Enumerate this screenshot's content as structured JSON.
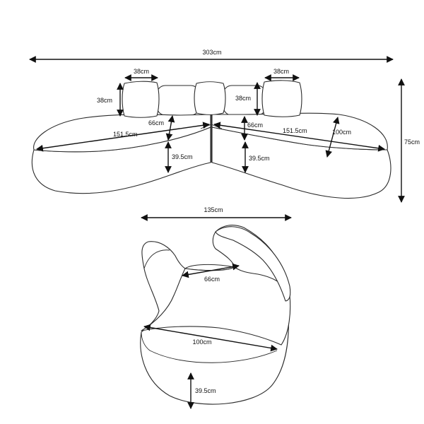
{
  "diagram": {
    "overall_width": "303cm",
    "overall_height": "75cm",
    "pillow_width_left": "38cm",
    "pillow_width_right": "38cm",
    "pillow_height_left": "38cm",
    "pillow_height_right": "38cm",
    "section_length_left": "151.5cm",
    "section_length_right": "151.5cm",
    "depth_left": "66cm",
    "depth_right": "66cm",
    "seat_height_left": "39.5cm",
    "seat_height_right": "39.5cm",
    "arm_depth": "100cm",
    "module_width": "135cm",
    "module_depth": "66cm",
    "module_arm_depth": "100cm",
    "module_seat_height": "39.5cm"
  }
}
